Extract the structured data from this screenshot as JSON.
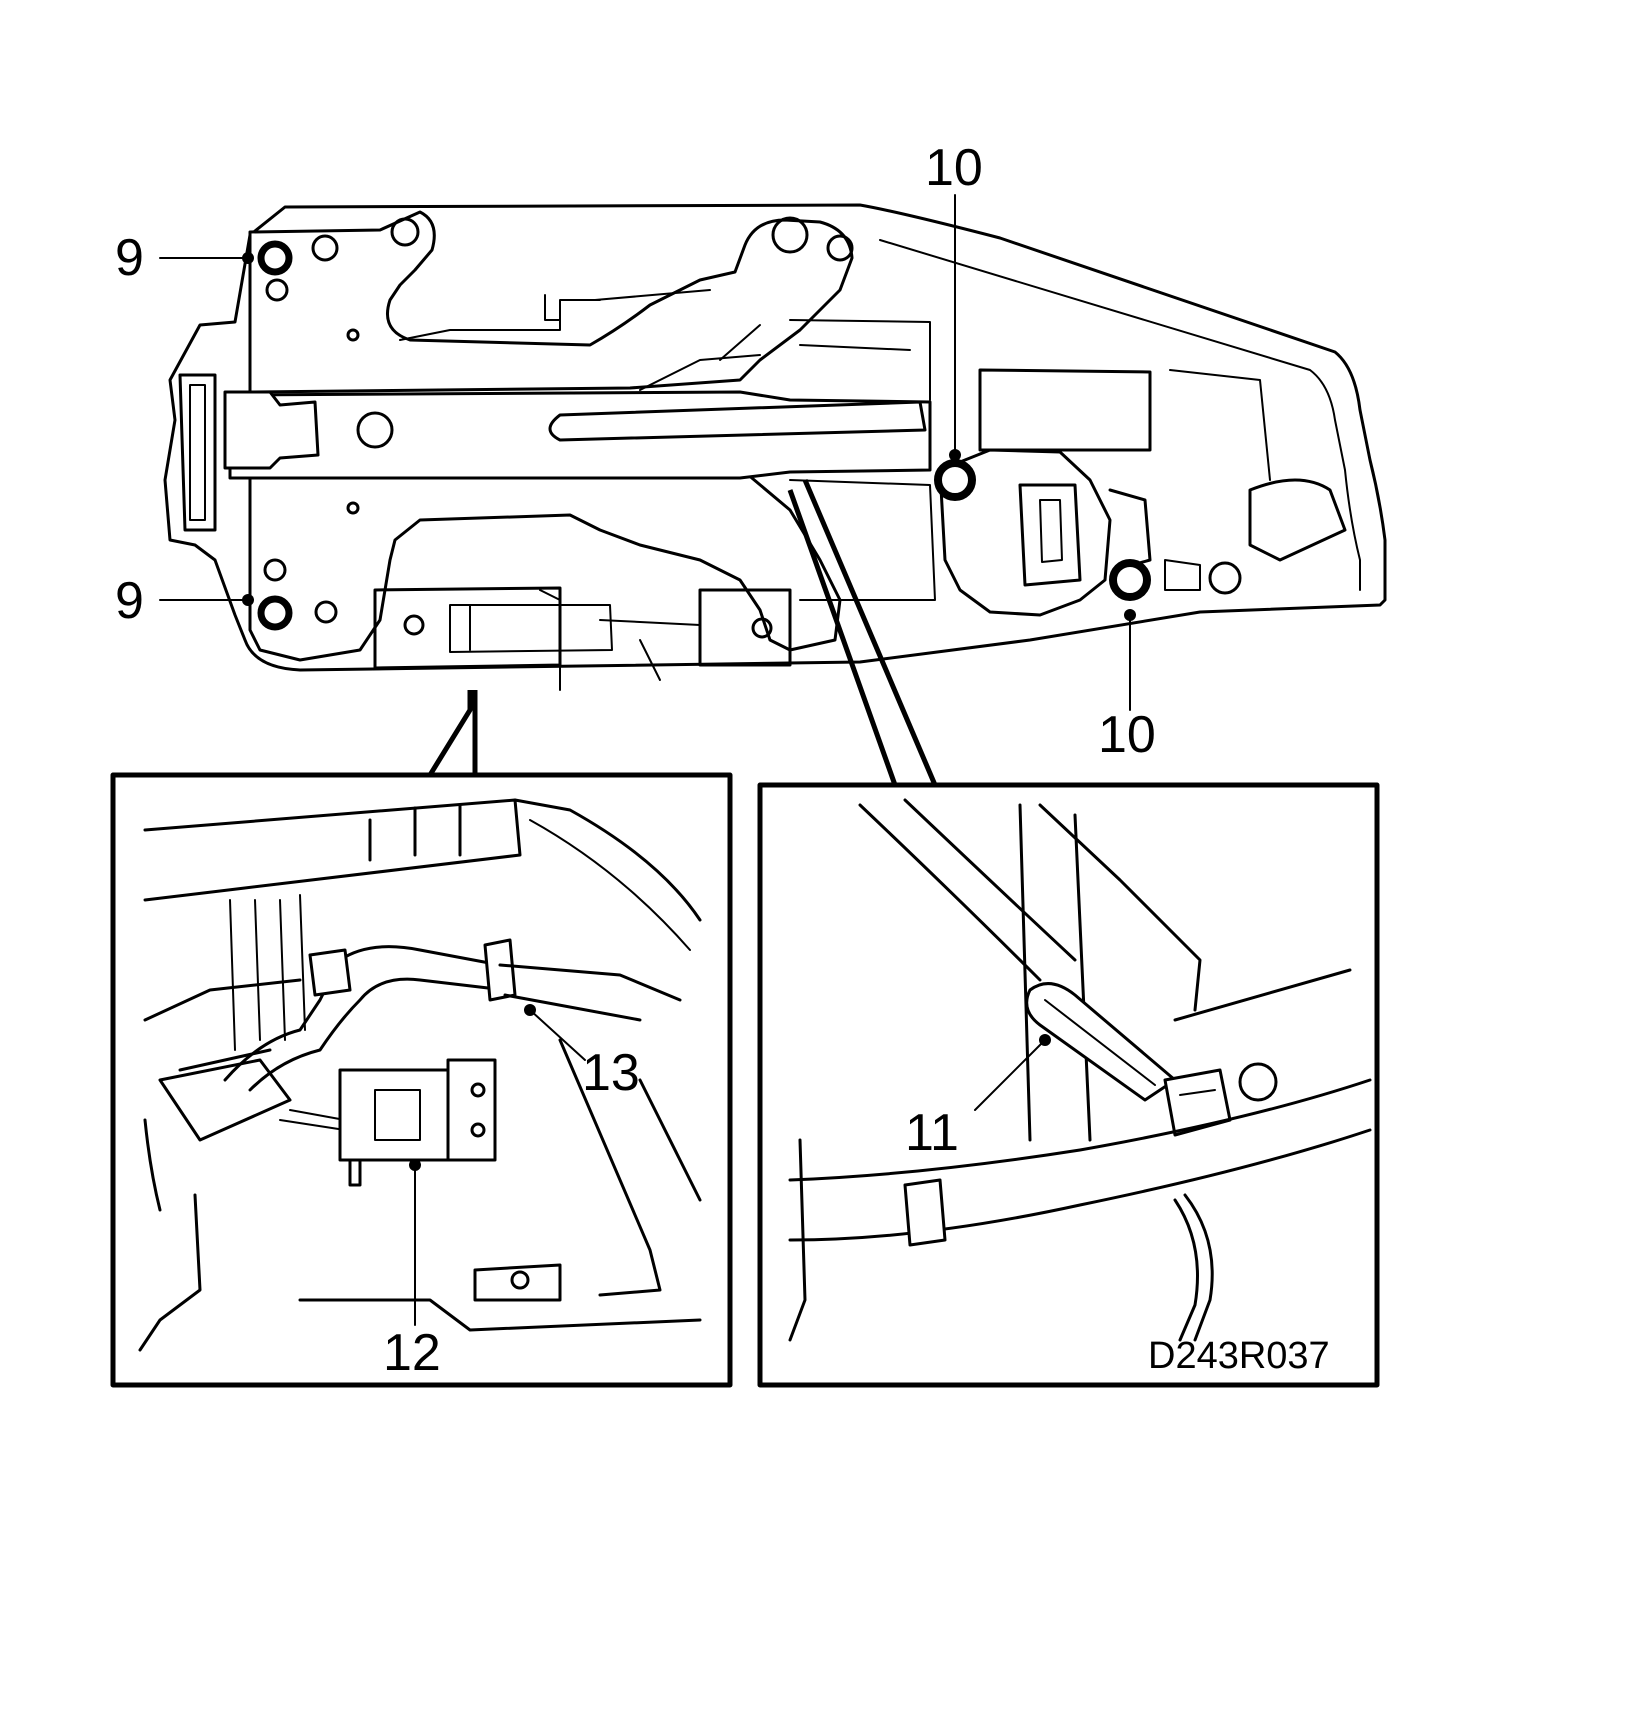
{
  "figure": {
    "callouts": {
      "c9_top": "9",
      "c9_bottom": "9",
      "c10_top": "10",
      "c10_bottom": "10",
      "c11": "11",
      "c12": "12",
      "c13": "13"
    },
    "figure_code": "D243R037"
  }
}
